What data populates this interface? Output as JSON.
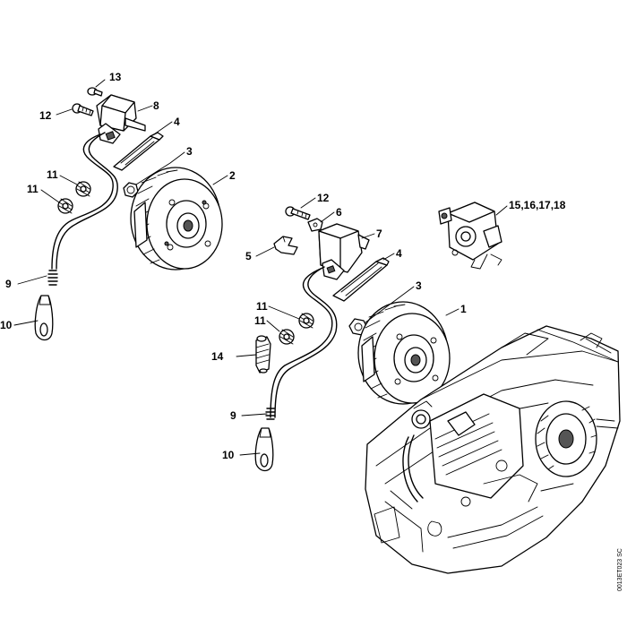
{
  "diagram": {
    "callouts": {
      "c13": "13",
      "c12a": "12",
      "c8": "8",
      "c4a": "4",
      "c3a": "3",
      "c2": "2",
      "c11a": "11",
      "c11b": "11",
      "c9a": "9",
      "c10a": "10",
      "c12b": "12",
      "c6": "6",
      "c7": "7",
      "c5": "5",
      "c4b": "4",
      "c3b": "3",
      "c1": "1",
      "c11c": "11",
      "c11d": "11",
      "c14": "14",
      "c9b": "9",
      "c10b": "10",
      "c15": "15,16,17,18"
    },
    "reference_code": "0013ET023 SC"
  }
}
